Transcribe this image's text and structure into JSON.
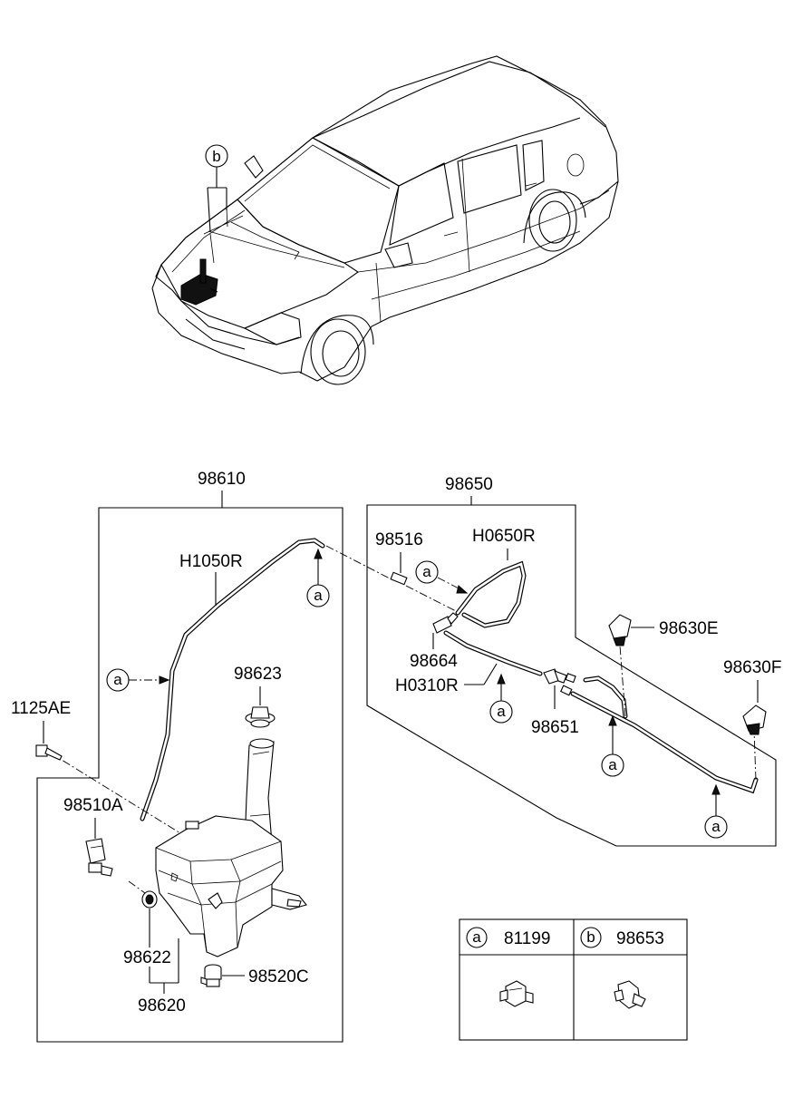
{
  "labels": {
    "p98610": "98610",
    "p98650": "98650",
    "h1050r": "H1050R",
    "p98623": "98623",
    "p1125ae": "1125AE",
    "p98510a": "98510A",
    "p98622": "98622",
    "p98620": "98620",
    "p98520c": "98520C",
    "p98516": "98516",
    "h0650r": "H0650R",
    "p98664": "98664",
    "h0310r": "H0310R",
    "p98651": "98651",
    "p98630e": "98630E",
    "p98630f": "98630F"
  },
  "callout_letters": {
    "a": "a",
    "b": "b"
  },
  "legend": {
    "cells": [
      {
        "letter": "a",
        "part": "81199"
      },
      {
        "letter": "b",
        "part": "98653"
      }
    ]
  }
}
